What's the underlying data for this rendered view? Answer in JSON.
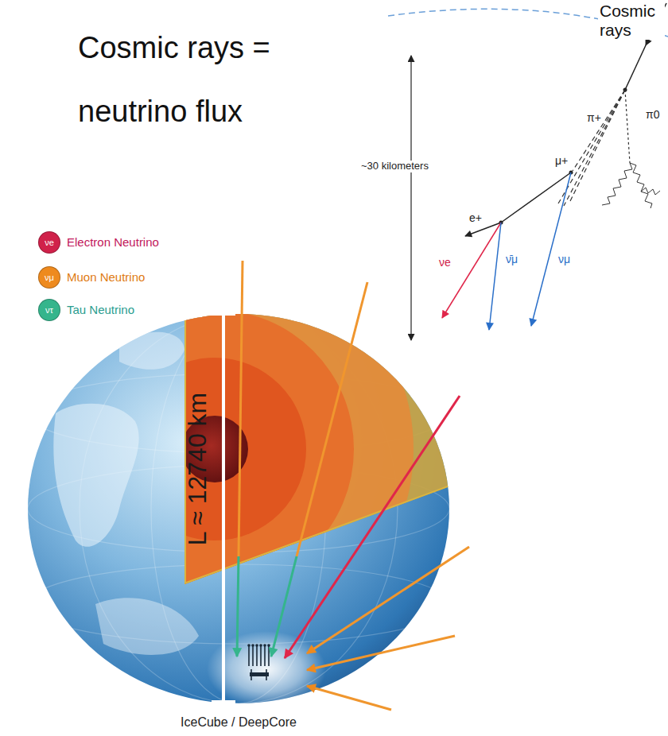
{
  "diagram": {
    "title": "Cosmic rays = neutrino flux",
    "labels": [
      "Cosmic rays",
      "~30 kilometers",
      "π+",
      "π0",
      "μ+",
      "e+",
      "νe",
      "ν̄μ",
      "νμ",
      "νe",
      "νμ",
      "ντ",
      "L ≈ 12740 km",
      "IceCube / DeepCore"
    ],
    "legend": [
      {
        "text": "Electron Neutrino",
        "color": "#d0214a"
      },
      {
        "text": "Muon Neutrino",
        "color": "#ee8a1e"
      },
      {
        "text": "Tau Neutrino",
        "color": "#35b58c"
      }
    ]
  }
}
